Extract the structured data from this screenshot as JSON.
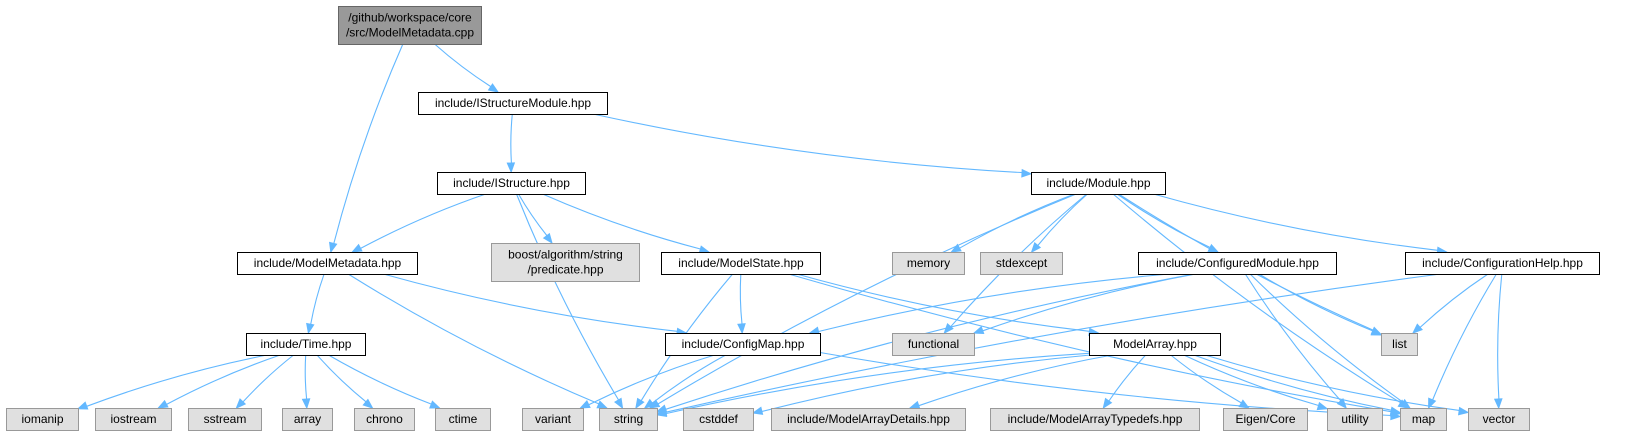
{
  "graph": {
    "colors": {
      "edge": "#63b8ff",
      "root_fill": "#999999",
      "root_border": "#666666",
      "doc_fill": "#ffffff",
      "doc_border": "#000000",
      "ext_fill": "#e0e0e0",
      "ext_border": "#999999"
    },
    "nodes": [
      {
        "id": "root",
        "kind": "root",
        "lines": [
          "/github/workspace/core",
          "/src/ModelMetadata.cpp"
        ]
      },
      {
        "id": "istructuremodule",
        "kind": "doc",
        "lines": [
          "include/IStructureModule.hpp"
        ]
      },
      {
        "id": "istructure",
        "kind": "doc",
        "lines": [
          "include/IStructure.hpp"
        ]
      },
      {
        "id": "module",
        "kind": "doc",
        "lines": [
          "include/Module.hpp"
        ]
      },
      {
        "id": "modelmetadata",
        "kind": "doc",
        "lines": [
          "include/ModelMetadata.hpp"
        ]
      },
      {
        "id": "boost",
        "kind": "ext",
        "lines": [
          "boost/algorithm/string",
          "/predicate.hpp"
        ]
      },
      {
        "id": "modelstate",
        "kind": "doc",
        "lines": [
          "include/ModelState.hpp"
        ]
      },
      {
        "id": "memory",
        "kind": "ext",
        "lines": [
          "memory"
        ]
      },
      {
        "id": "stdexcept",
        "kind": "ext",
        "lines": [
          "stdexcept"
        ]
      },
      {
        "id": "configuredmodule",
        "kind": "doc",
        "lines": [
          "include/ConfiguredModule.hpp"
        ]
      },
      {
        "id": "configurationhelp",
        "kind": "doc",
        "lines": [
          "include/ConfigurationHelp.hpp"
        ]
      },
      {
        "id": "time",
        "kind": "doc",
        "lines": [
          "include/Time.hpp"
        ]
      },
      {
        "id": "configmap",
        "kind": "doc",
        "lines": [
          "include/ConfigMap.hpp"
        ]
      },
      {
        "id": "functional",
        "kind": "ext",
        "lines": [
          "functional"
        ]
      },
      {
        "id": "modelarray",
        "kind": "doc",
        "lines": [
          "ModelArray.hpp"
        ]
      },
      {
        "id": "list",
        "kind": "ext",
        "lines": [
          "list"
        ]
      },
      {
        "id": "iomanip",
        "kind": "ext",
        "lines": [
          "iomanip"
        ]
      },
      {
        "id": "iostream",
        "kind": "ext",
        "lines": [
          "iostream"
        ]
      },
      {
        "id": "sstream",
        "kind": "ext",
        "lines": [
          "sstream"
        ]
      },
      {
        "id": "array",
        "kind": "ext",
        "lines": [
          "array"
        ]
      },
      {
        "id": "chrono",
        "kind": "ext",
        "lines": [
          "chrono"
        ]
      },
      {
        "id": "ctime",
        "kind": "ext",
        "lines": [
          "ctime"
        ]
      },
      {
        "id": "variant",
        "kind": "ext",
        "lines": [
          "variant"
        ]
      },
      {
        "id": "string",
        "kind": "ext",
        "lines": [
          "string"
        ]
      },
      {
        "id": "cstddef",
        "kind": "ext",
        "lines": [
          "cstddef"
        ]
      },
      {
        "id": "modelarraydetails",
        "kind": "ext",
        "lines": [
          "include/ModelArrayDetails.hpp"
        ]
      },
      {
        "id": "modelarraytypedefs",
        "kind": "ext",
        "lines": [
          "include/ModelArrayTypedefs.hpp"
        ]
      },
      {
        "id": "eigencore",
        "kind": "ext",
        "lines": [
          "Eigen/Core"
        ]
      },
      {
        "id": "utility",
        "kind": "ext",
        "lines": [
          "utility"
        ]
      },
      {
        "id": "map",
        "kind": "ext",
        "lines": [
          "map"
        ]
      },
      {
        "id": "vector",
        "kind": "ext",
        "lines": [
          "vector"
        ]
      }
    ],
    "edges": [
      [
        "root",
        "istructuremodule"
      ],
      [
        "root",
        "modelmetadata"
      ],
      [
        "istructuremodule",
        "istructure"
      ],
      [
        "istructuremodule",
        "module"
      ],
      [
        "istructure",
        "modelmetadata"
      ],
      [
        "istructure",
        "boost"
      ],
      [
        "istructure",
        "modelstate"
      ],
      [
        "istructure",
        "string"
      ],
      [
        "module",
        "memory"
      ],
      [
        "module",
        "stdexcept"
      ],
      [
        "module",
        "configuredmodule"
      ],
      [
        "module",
        "configurationhelp"
      ],
      [
        "module",
        "functional"
      ],
      [
        "module",
        "list"
      ],
      [
        "module",
        "map"
      ],
      [
        "module",
        "string"
      ],
      [
        "modelmetadata",
        "time"
      ],
      [
        "modelmetadata",
        "configmap"
      ],
      [
        "modelmetadata",
        "string"
      ],
      [
        "modelstate",
        "configmap"
      ],
      [
        "modelstate",
        "modelarray"
      ],
      [
        "modelstate",
        "string"
      ],
      [
        "modelstate",
        "map"
      ],
      [
        "configuredmodule",
        "configmap"
      ],
      [
        "configuredmodule",
        "functional"
      ],
      [
        "configuredmodule",
        "list"
      ],
      [
        "configuredmodule",
        "string"
      ],
      [
        "configuredmodule",
        "utility"
      ],
      [
        "configuredmodule",
        "map"
      ],
      [
        "configurationhelp",
        "list"
      ],
      [
        "configurationhelp",
        "string"
      ],
      [
        "configurationhelp",
        "map"
      ],
      [
        "configurationhelp",
        "vector"
      ],
      [
        "time",
        "iomanip"
      ],
      [
        "time",
        "iostream"
      ],
      [
        "time",
        "sstream"
      ],
      [
        "time",
        "array"
      ],
      [
        "time",
        "chrono"
      ],
      [
        "time",
        "ctime"
      ],
      [
        "configmap",
        "variant"
      ],
      [
        "configmap",
        "string"
      ],
      [
        "configmap",
        "map"
      ],
      [
        "modelarray",
        "string"
      ],
      [
        "modelarray",
        "cstddef"
      ],
      [
        "modelarray",
        "modelarraydetails"
      ],
      [
        "modelarray",
        "modelarraytypedefs"
      ],
      [
        "modelarray",
        "eigencore"
      ],
      [
        "modelarray",
        "utility"
      ],
      [
        "modelarray",
        "map"
      ],
      [
        "modelarray",
        "vector"
      ]
    ]
  }
}
